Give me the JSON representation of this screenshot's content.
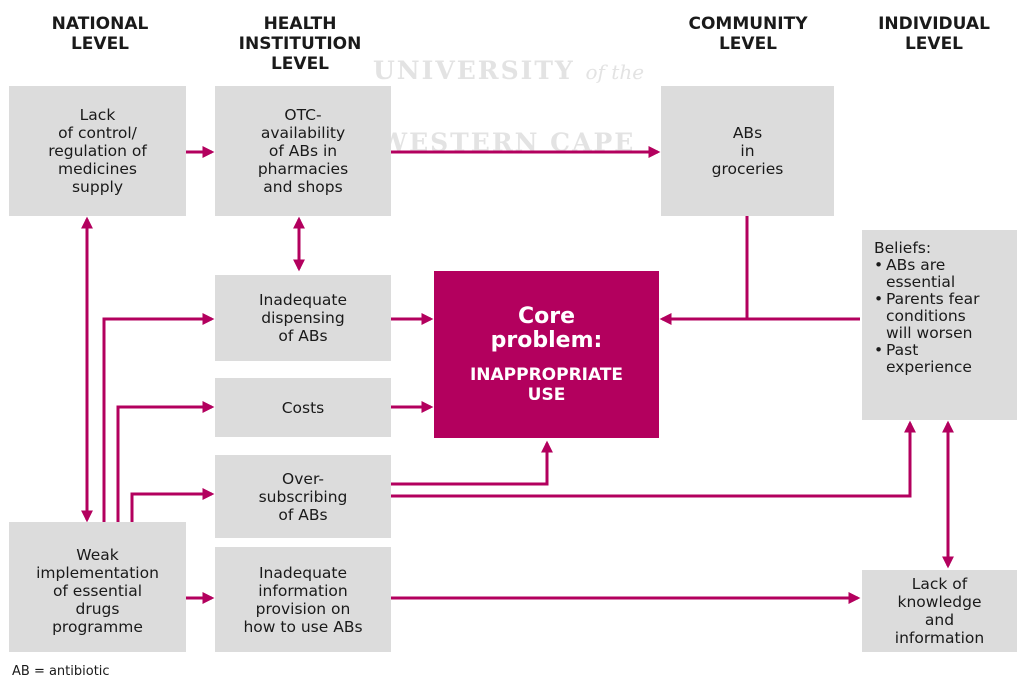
{
  "headers": {
    "national": "NATIONAL\nLEVEL",
    "health": "HEALTH\nINSTITUTION\nLEVEL",
    "community": "COMMUNITY\nLEVEL",
    "individual": "INDIVIDUAL\nLEVEL"
  },
  "watermark": {
    "line1_main": "UNIVERSITY",
    "line1_italic": "of the",
    "line2": "WESTERN CAPE"
  },
  "boxes": {
    "lack_control": "Lack\nof control/\nregulation of\nmedicines\nsupply",
    "otc": "OTC-\navailability\nof ABs in\npharmacies\nand shops",
    "groceries": "ABs\nin\ngroceries",
    "inadequate_dispensing": "Inadequate\ndispensing\nof ABs",
    "costs": "Costs",
    "oversubscribing": "Over-\nsubscribing\nof ABs",
    "weak_implementation": "Weak\nimplementation\nof essential\ndrugs\nprogramme",
    "inadequate_info": "Inadequate\ninformation\nprovision on\nhow to use ABs",
    "lack_knowledge": "Lack of\nknowledge\nand\ninformation"
  },
  "core": {
    "line1": "Core\nproblem:",
    "line2": "INAPPROPRIATE\nUSE"
  },
  "beliefs": {
    "title": "Beliefs:",
    "items": [
      "ABs are\nessential",
      "Parents fear\nconditions\nwill worsen",
      "Past\nexperience"
    ]
  },
  "footnote": "AB = antibiotic",
  "colors": {
    "arrow": "#b3005e",
    "box": "#dcdcdc",
    "core": "#b3005e"
  }
}
